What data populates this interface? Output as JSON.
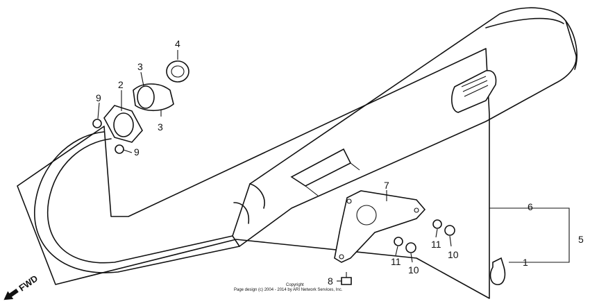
{
  "diagram": {
    "callouts": {
      "c1": "1",
      "c2": "2",
      "c3a": "3",
      "c3b": "3",
      "c4": "4",
      "c5": "5",
      "c6": "6",
      "c7": "7",
      "c8": "8",
      "c9a": "9",
      "c9b": "9",
      "c10a": "10",
      "c10b": "10",
      "c11a": "11",
      "c11b": "11"
    },
    "fwd_label": "FWD",
    "copyright_line1": "Copyright",
    "copyright_line2": "Page design (c) 2004 - 2014 by ARI Network Services, Inc."
  }
}
